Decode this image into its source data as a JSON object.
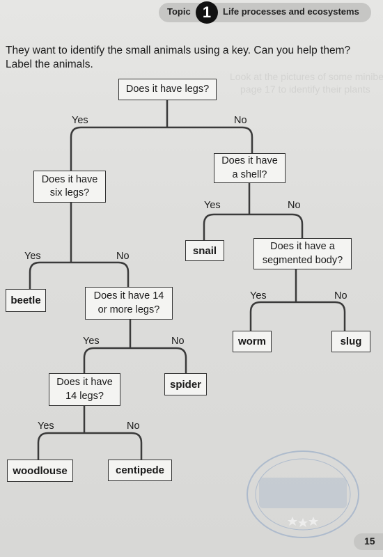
{
  "header": {
    "topic_label": "Topic",
    "topic_number": "1",
    "topic_title": "Life processes and ecosystems"
  },
  "instructions": {
    "line1": "They want to identify the small animals using a key. Can you help them?",
    "line2": "Label the animals."
  },
  "key": {
    "q_legs": "Does it have legs?",
    "q_six_legs": "Does it have\nsix legs?",
    "q_shell": "Does it have\na shell?",
    "q_segmented": "Does it have a\nsegmented body?",
    "q_14_or_more": "Does it have 14\nor more legs?",
    "q_14_legs": "Does it have\n14 legs?",
    "yes": "Yes",
    "no": "No",
    "answers": {
      "beetle": "beetle",
      "snail": "snail",
      "worm": "worm",
      "slug": "slug",
      "spider": "spider",
      "woodlouse": "woodlouse",
      "centipede": "centipede"
    }
  },
  "page_number": "15",
  "colors": {
    "page": "#dededc",
    "box_fill": "#f4f4f2",
    "line": "#3a3a3a",
    "banner": "#c6c6c4",
    "watermark": "#8aa2c4"
  }
}
